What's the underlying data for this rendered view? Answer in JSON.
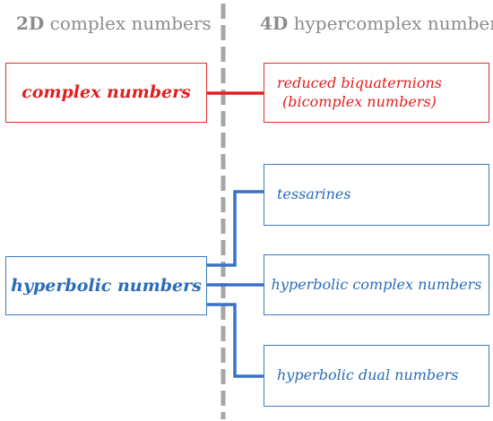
{
  "headers": {
    "left": {
      "bold": "2D",
      "rest": "complex numbers"
    },
    "right": {
      "bold": "4D",
      "rest": "hypercomplex numbers"
    }
  },
  "boxes": {
    "complex": {
      "label": "complex numbers"
    },
    "hyperbolic": {
      "label": "hyperbolic numbers"
    },
    "reduced_biquaternions": {
      "line1": "reduced biquaternions",
      "line2": "(bicomplex numbers)"
    },
    "tessarines": {
      "label": "tessarines"
    },
    "hyperbolic_complex": {
      "label": "hyperbolic complex numbers"
    },
    "hyperbolic_dual": {
      "label": "hyperbolic dual numbers"
    }
  },
  "colors": {
    "header_gray": "#8c8c8c",
    "divider_gray": "#a6a6a6",
    "red": "#e02020",
    "blue": "#3a72c4"
  }
}
